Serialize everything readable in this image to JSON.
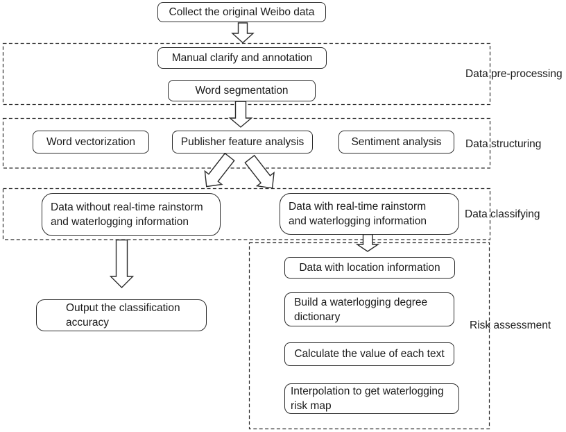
{
  "colors": {
    "background": "#ffffff",
    "line": "#2a2a2a",
    "text": "#1a1a1a"
  },
  "nodes": {
    "collect": {
      "label": "Collect the original Weibo data"
    },
    "manual": {
      "label": "Manual clarify and annotation"
    },
    "word_segmentation": {
      "label": "Word segmentation"
    },
    "word_vectorization": {
      "label": "Word vectorization"
    },
    "publisher_feature": {
      "label": "Publisher feature analysis"
    },
    "sentiment": {
      "label": "Sentiment analysis"
    },
    "data_without": {
      "line1": "Data without real-time rainstorm",
      "line2": "and waterlogging information"
    },
    "data_with": {
      "line1": "Data with real-time rainstorm",
      "line2": "and waterlogging information"
    },
    "output_accuracy": {
      "line1": "Output the classification",
      "line2": "accuracy"
    },
    "location": {
      "label": "Data with location information"
    },
    "dictionary": {
      "line1": "Build a waterlogging degree",
      "line2": "dictionary"
    },
    "calculate": {
      "label": "Calculate the value of each text"
    },
    "interpolation": {
      "line1": "Interpolation to get waterlogging",
      "line2": "risk map"
    }
  },
  "regions": {
    "pre_processing": {
      "label": "Data pre-processing"
    },
    "structuring": {
      "label": "Data structuring"
    },
    "classifying": {
      "label": "Data classifying"
    },
    "risk_assessment": {
      "label": "Risk assessment"
    }
  }
}
